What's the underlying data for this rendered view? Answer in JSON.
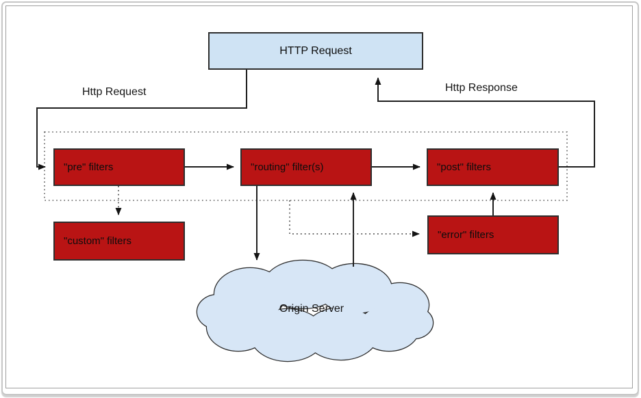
{
  "diagram": {
    "nodes": {
      "http_request": "HTTP Request",
      "pre_filters": "\"pre\" filters",
      "routing_filters": "\"routing\" filter(s)",
      "post_filters": "\"post\" filters",
      "custom_filters": "\"custom\" filters",
      "error_filters": "\"error\" filters",
      "origin_server": "Origin Server"
    },
    "edge_labels": {
      "request": "Http Request",
      "response": "Http Response"
    },
    "colors": {
      "filter_box_fill": "#b91414",
      "endpoint_fill": "#cfe3f4",
      "line": "#1f1f1f",
      "dotted_line": "#5a5a5a",
      "frame": "#c6c6c6"
    }
  }
}
